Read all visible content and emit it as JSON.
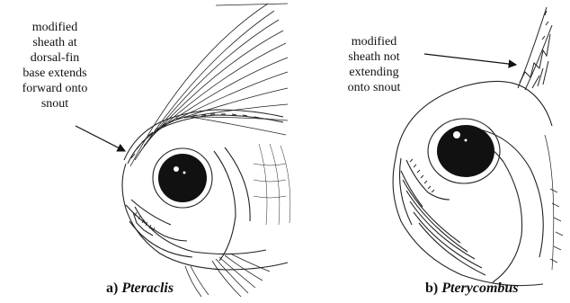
{
  "panels": [
    {
      "letter": "a)",
      "genus": "Pteraclis",
      "annotation": "modified\nsheath at\ndorsal-fin\nbase extends\nforward onto\nsnout"
    },
    {
      "letter": "b)",
      "genus": "Pterycombus",
      "annotation": "modified\nsheath not\nextending\nonto snout"
    }
  ]
}
